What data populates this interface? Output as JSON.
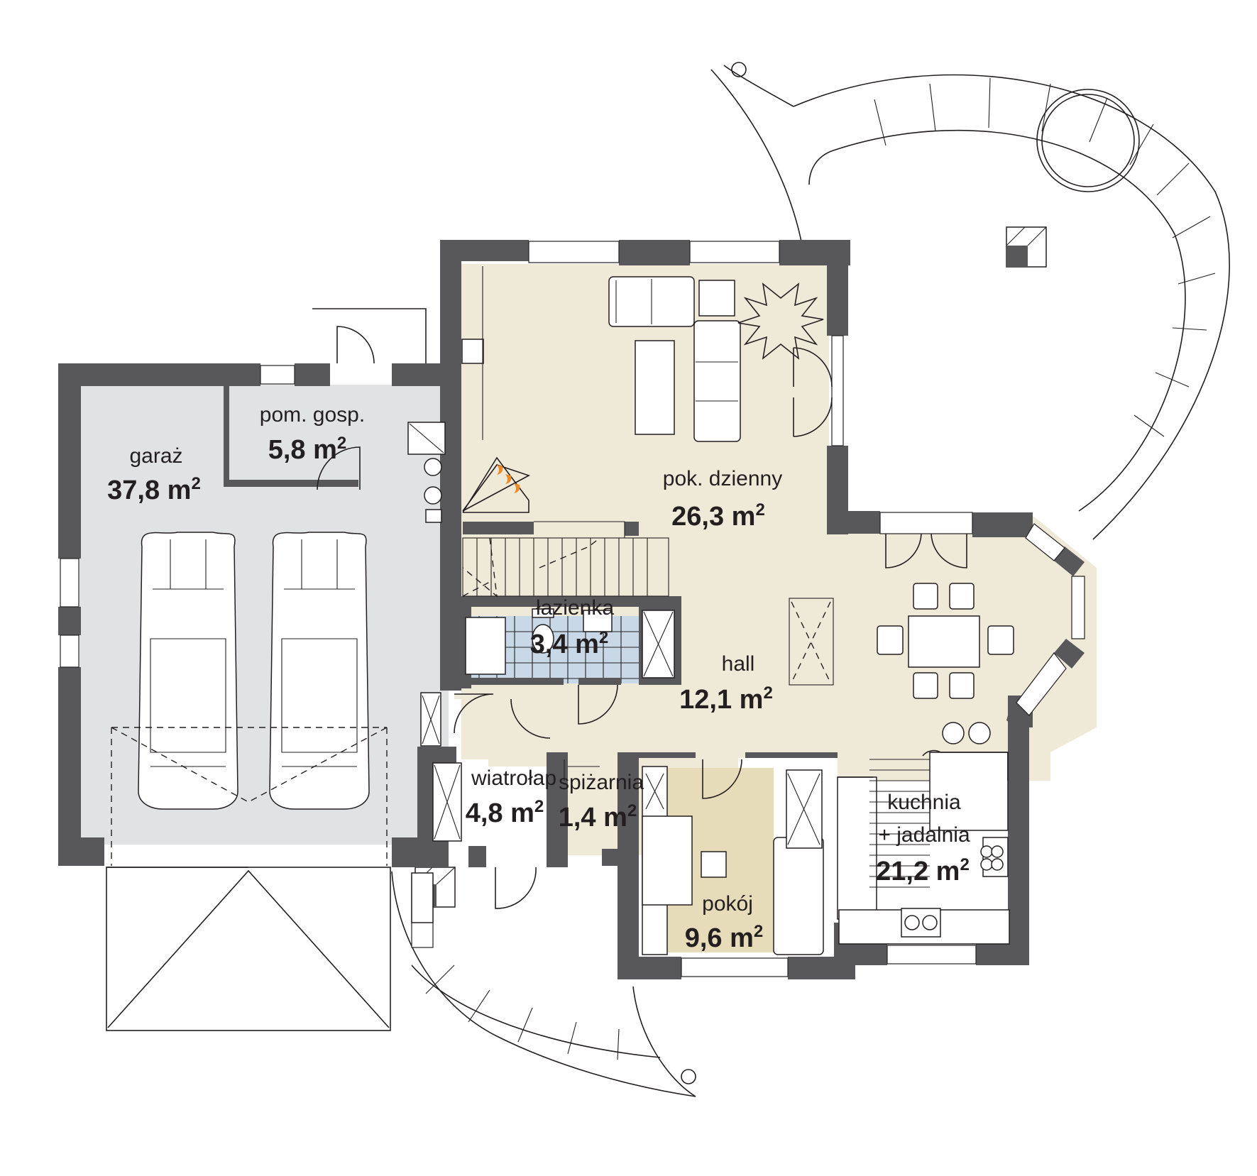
{
  "colors": {
    "wall": "#58585a",
    "garage_floor": "#e1e2e3",
    "living_floor": "#efe9d8",
    "room_floor": "#e6dcb9",
    "bath_tile": "#c9d8e6",
    "fire": "#f08a24"
  },
  "rooms": [
    {
      "key": "garaz",
      "name": "garaż",
      "area": "37,8 m",
      "sup": "2"
    },
    {
      "key": "pom-gosp",
      "name": "pom. gosp.",
      "area": "5,8 m",
      "sup": "2"
    },
    {
      "key": "pok-dzienny",
      "name": "pok. dzienny",
      "area": "26,3 m",
      "sup": "2"
    },
    {
      "key": "lazienka",
      "name": "łazienka",
      "area": "3,4 m",
      "sup": "2"
    },
    {
      "key": "hall",
      "name": "hall",
      "area": "12,1 m",
      "sup": "2"
    },
    {
      "key": "wiatrolap",
      "name": "wiatrołap",
      "area": "4,8 m",
      "sup": "2"
    },
    {
      "key": "spizarnia",
      "name": "spiżarnia",
      "area": "1,4 m",
      "sup": "2"
    },
    {
      "key": "kuchnia",
      "name": "kuchnia",
      "name2": "+ jadalnia",
      "area": "21,2 m",
      "sup": "2"
    },
    {
      "key": "pokoj",
      "name": "pokój",
      "area": "9,6 m",
      "sup": "2"
    }
  ]
}
